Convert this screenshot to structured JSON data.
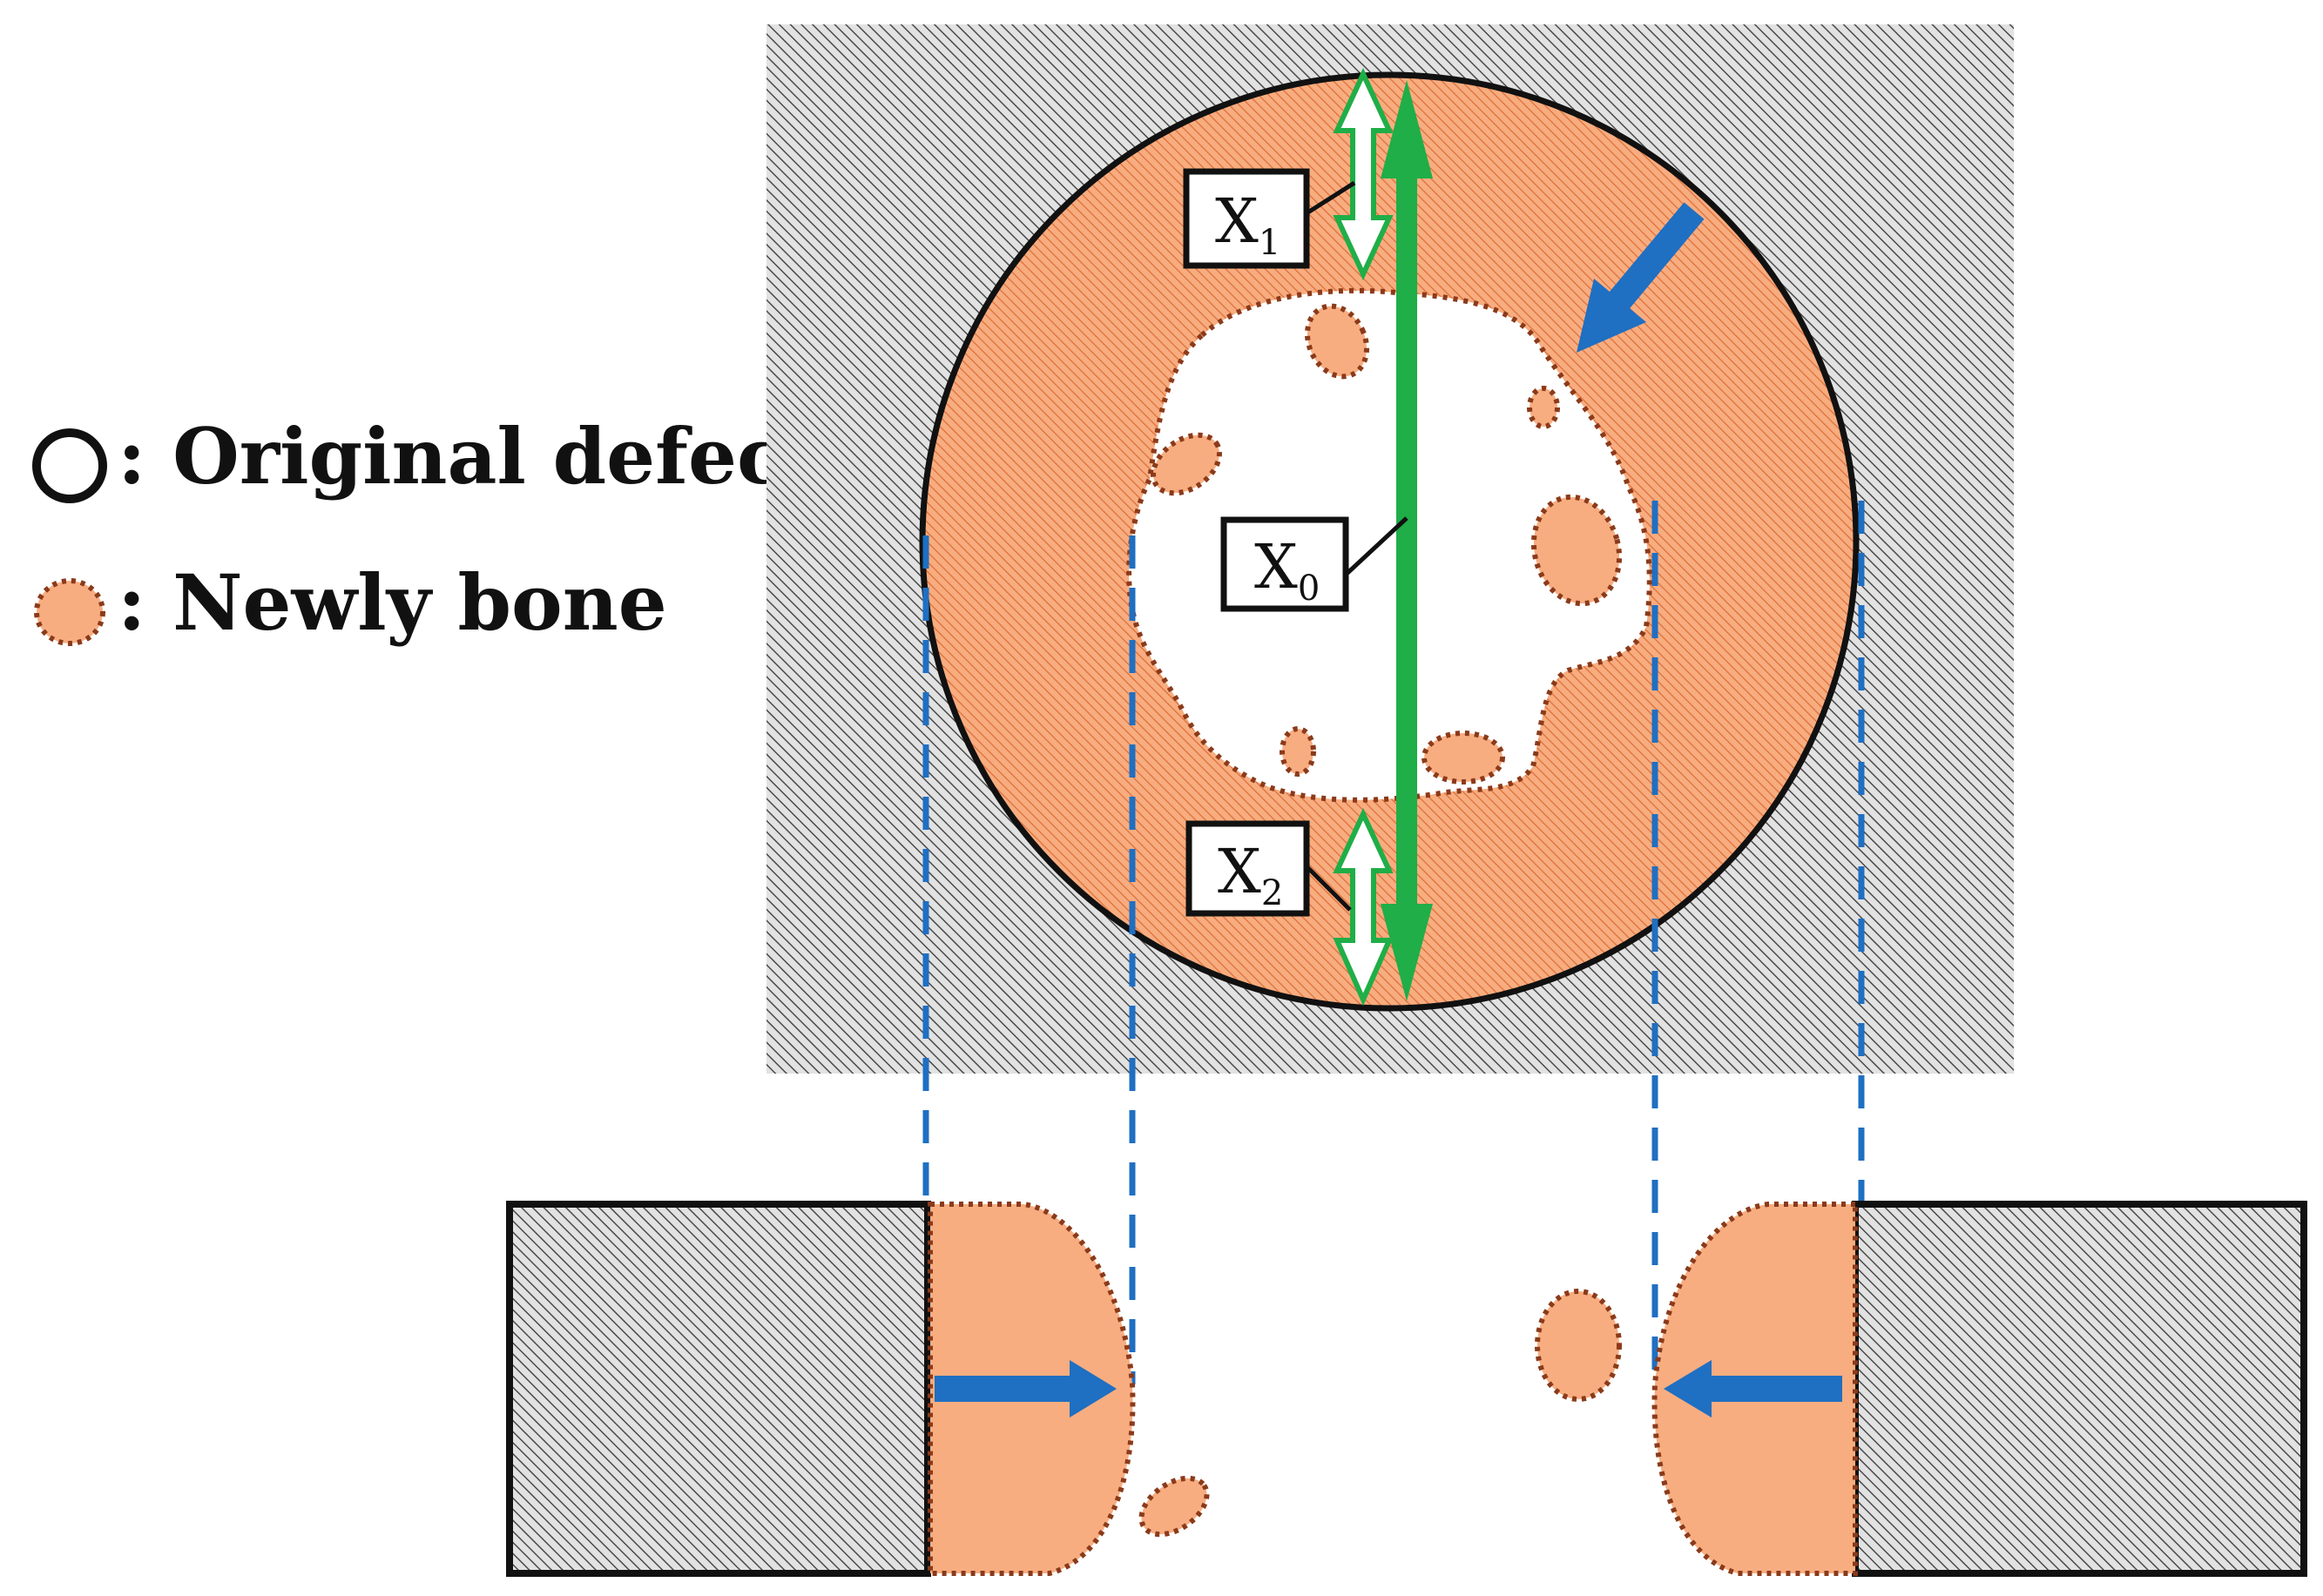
{
  "legend": {
    "original_defect": ": Original defect",
    "newly_bone": ": Newly bone"
  },
  "labels": {
    "x1_main": "X",
    "x1_sub": "1",
    "x0_main": "X",
    "x0_sub": "0",
    "x2_main": "X",
    "x2_sub": "2"
  },
  "colors": {
    "bone_fill": "#f7ad80",
    "bone_dot": "#8b3a1a",
    "hatch_bg": "#d9d9d9",
    "hatch_line": "#555555",
    "blue": "#1f6fc2",
    "green": "#1fae47",
    "outline": "#111111"
  },
  "icons": {
    "original_defect": "open-circle-icon",
    "newly_bone": "dotted-orange-blob-icon"
  }
}
